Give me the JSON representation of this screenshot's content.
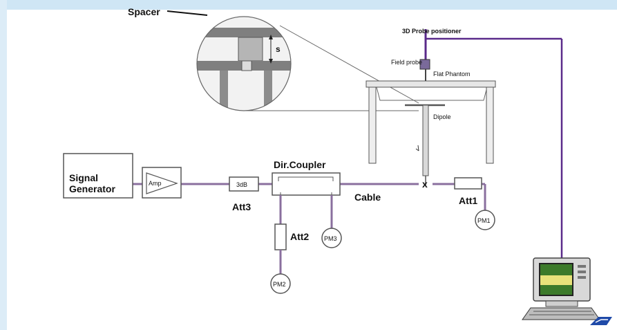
{
  "labels": {
    "spacer": "Spacer",
    "s": "s",
    "probe_positioner": "3D Probe positioner",
    "field_probe": "Field probe",
    "flat_phantom": "Flat Phantom",
    "dipole": "Dipole",
    "signal_generator_line1": "Signal",
    "signal_generator_line2": "Generator",
    "amp": "Amp",
    "att_3db": "3dB",
    "att3": "Att3",
    "dir_coupler": "Dir.Coupler",
    "cable": "Cable",
    "x_mark": "x",
    "att1": "Att1",
    "att2": "Att2",
    "pm1": "PM1",
    "pm2": "PM2",
    "pm3": "PM3"
  },
  "colors": {
    "cable": "#8a6f9e",
    "probe_line": "#5a2a8a",
    "component_stroke": "#444444",
    "screen_green": "#3c7a2a",
    "screen_yellow": "#e8e27a",
    "watermark": "#cfe6f5"
  }
}
